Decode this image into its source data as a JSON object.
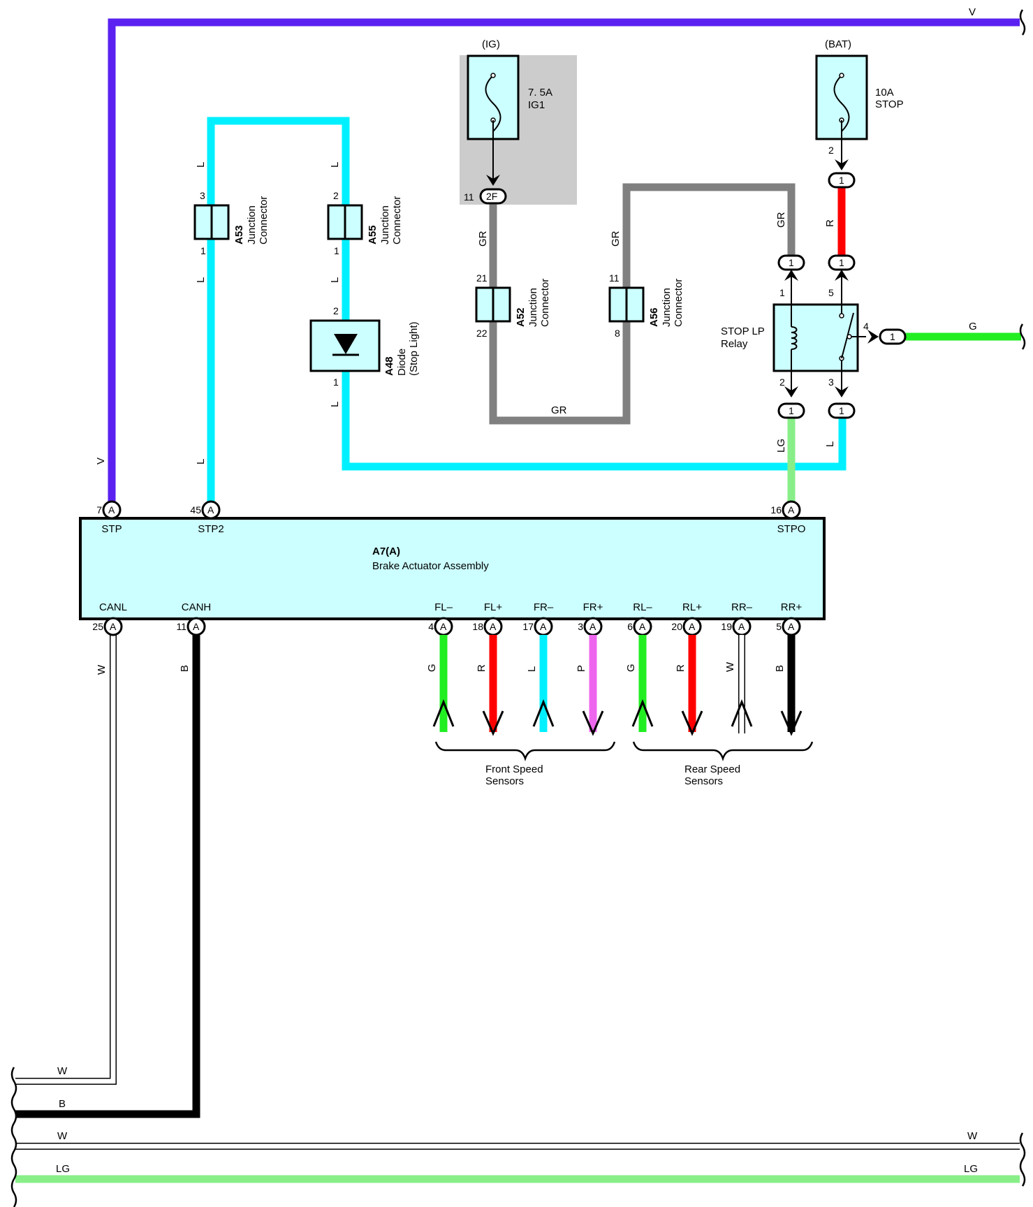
{
  "colors": {
    "V": "#5b21f0",
    "L": "#00f0ff",
    "GR": "#808080",
    "R": "#ff0000",
    "G": "#22ee22",
    "LG": "#88ee88",
    "P": "#ee66ee",
    "B": "#000000",
    "W": "#ffffff",
    "box": "#ccffff",
    "shade": "#cccccc"
  },
  "wires": {
    "v": "V",
    "l": "L",
    "gr": "GR",
    "r": "R",
    "g": "G",
    "lg": "LG",
    "p": "P",
    "b": "B",
    "w": "W"
  },
  "fuses": {
    "ig": {
      "supply": "(IG)",
      "rating": "7. 5A",
      "name": "IG1",
      "pin": "11",
      "conn": "2F"
    },
    "bat": {
      "supply": "(BAT)",
      "rating": "10A",
      "name": "STOP",
      "pin": "2",
      "conn": "1"
    }
  },
  "junctions": {
    "a53": {
      "id": "A53",
      "title": "Junction",
      "subtitle": "Connector",
      "top_pin": "3",
      "bottom_pin": "1"
    },
    "a55": {
      "id": "A55",
      "title": "Junction",
      "subtitle": "Connector",
      "top_pin": "2",
      "bottom_pin": "1"
    },
    "a52": {
      "id": "A52",
      "title": "Junction",
      "subtitle": "Connector",
      "top_pin": "21",
      "bottom_pin": "22"
    },
    "a56": {
      "id": "A56",
      "title": "Junction",
      "subtitle": "Connector",
      "top_pin": "11",
      "bottom_pin": "8"
    }
  },
  "diode": {
    "id": "A48",
    "title": "Diode",
    "subtitle": "(Stop Light)",
    "top_pin": "2",
    "bottom_pin": "1"
  },
  "relay": {
    "title": "STOP LP",
    "subtitle": "Relay",
    "pins": [
      "1",
      "5",
      "4",
      "2",
      "3"
    ],
    "conn": "1"
  },
  "ecu": {
    "id": "A7(A)",
    "name": "Brake Actuator Assembly",
    "conn": "A",
    "top_pins": [
      {
        "num": "7",
        "name": "STP"
      },
      {
        "num": "45",
        "name": "STP2"
      },
      {
        "num": "16",
        "name": "STPO"
      }
    ],
    "bottom_pins": [
      {
        "num": "25",
        "name": "CANL"
      },
      {
        "num": "11",
        "name": "CANH"
      },
      {
        "num": "4",
        "name": "FL–"
      },
      {
        "num": "18",
        "name": "FL+"
      },
      {
        "num": "17",
        "name": "FR–"
      },
      {
        "num": "3",
        "name": "FR+"
      },
      {
        "num": "6",
        "name": "RL–"
      },
      {
        "num": "20",
        "name": "RL+"
      },
      {
        "num": "19",
        "name": "RR–"
      },
      {
        "num": "5",
        "name": "RR+"
      }
    ]
  },
  "groups": {
    "front": {
      "line1": "Front Speed",
      "line2": "Sensors"
    },
    "rear": {
      "line1": "Rear Speed",
      "line2": "Sensors"
    }
  }
}
